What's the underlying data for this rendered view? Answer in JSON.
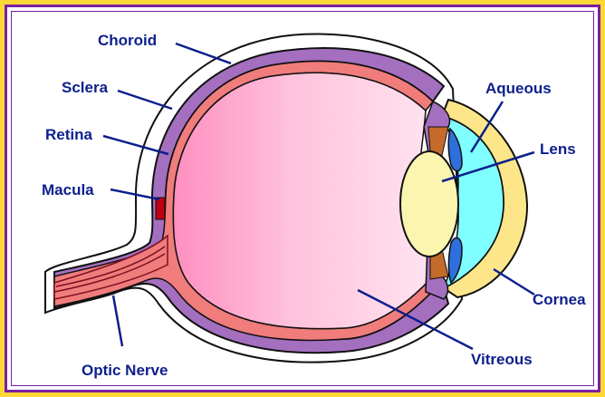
{
  "labels": {
    "choroid": "Choroid",
    "sclera": "Sclera",
    "retina": "Retina",
    "macula": "Macula",
    "optic_nerve": "Optic Nerve",
    "aqueous": "Aqueous",
    "lens": "Lens",
    "cornea": "Cornea",
    "vitreous": "Vitreous"
  },
  "colors": {
    "label_text": "#0D1F8C",
    "leader_lines": "#0D1F8C",
    "frame_border": "#7B1FA2",
    "frame_outer": "#FDD835",
    "sclera": "#ffffff",
    "choroid": "#A56FC0",
    "retina": "#F07C7C",
    "vitreous_dark": "#FF8FC0",
    "vitreous_light": "#FFDDEE",
    "aqueous": "#7FFFFF",
    "cornea": "#FDE68A",
    "lens": "#FBF5B0",
    "iris": "#2F6FDB",
    "ciliary": "#C46A2A",
    "macula": "#C00010"
  }
}
